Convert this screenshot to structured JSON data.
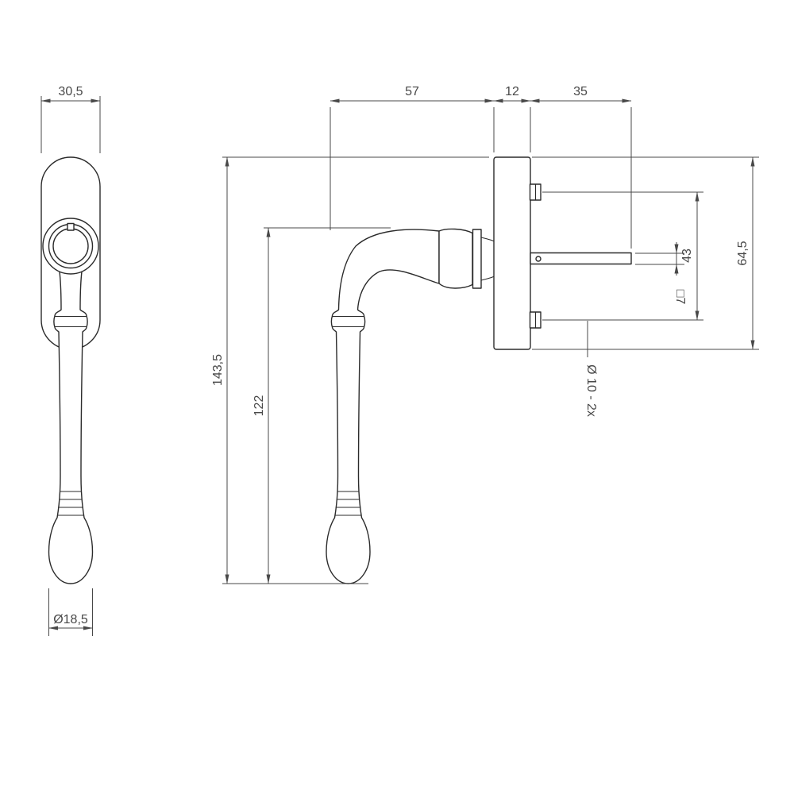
{
  "colors": {
    "line": "#2b2b2b",
    "dim": "#484848",
    "background": "#ffffff"
  },
  "front_view": {
    "rosette_width": "30,5",
    "grip_diameter": "Ø18,5"
  },
  "side_view": {
    "handle_projection": "57",
    "rosette_thickness": "12",
    "spindle_length": "35",
    "overall_height": "143,5",
    "grip_length": "122",
    "rosette_height": "64,5",
    "screw_centres": "43",
    "spindle_square": "□7",
    "screw_holes": "Ø 10 - 2x"
  }
}
